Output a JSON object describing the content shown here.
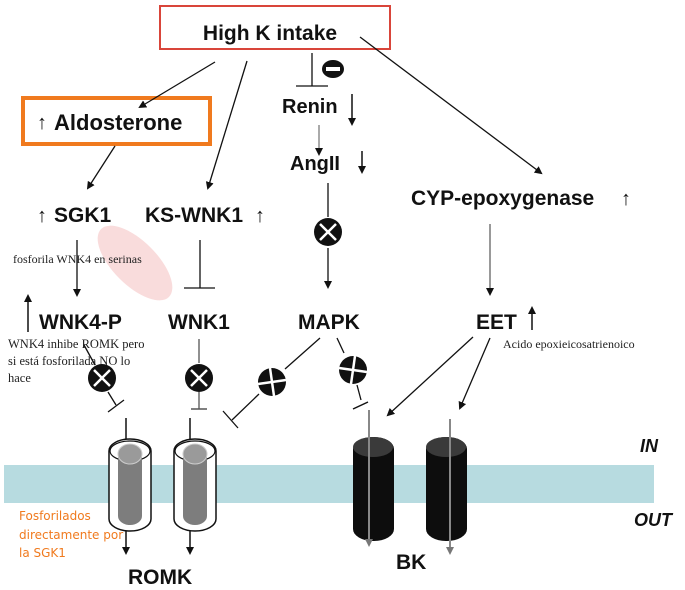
{
  "diagram": {
    "title": "High K intake",
    "nodes": {
      "aldosterone": "Aldosterone",
      "sgk1": "SGK1",
      "ks_wnk1": "KS-WNK1",
      "renin": "Renin",
      "angii": "AngII",
      "cyp": "CYP-epoxygenase",
      "wnk4p": "WNK4-P",
      "wnk1": "WNK1",
      "mapk": "MAPK",
      "eet": "EET",
      "romk": "ROMK",
      "bk": "BK"
    },
    "arrows": {
      "up": "↑",
      "down": "↓"
    },
    "inhibit_symbol": "−",
    "annotations": {
      "sgk1_note": "fosforila WNK4 en serinas",
      "wnk4_note_line1": "WNK4 inhibe ROMK pero",
      "wnk4_note_line2": "si está fosforilada NO lo",
      "wnk4_note_line3": "hace",
      "eet_note": "Acido epoxieicosatrienoico",
      "romk_note_line1": "Fosforilados",
      "romk_note_line2": "directamente por",
      "romk_note_line3": "la SGK1"
    },
    "membrane": {
      "inside_label": "IN",
      "outside_label": "OUT"
    },
    "colors": {
      "title_box": "#d9453a",
      "aldosterone_box": "#f07a1e",
      "membrane": "#b7dbe0",
      "highlight_ellipse": "#f8d6d6",
      "annotation_orange": "#f07a1e"
    }
  }
}
